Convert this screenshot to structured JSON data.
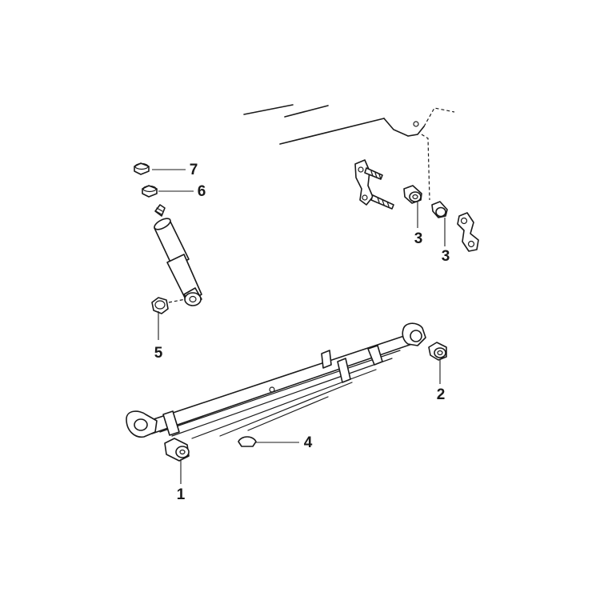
{
  "callouts": [
    {
      "id": "c1",
      "label": "1"
    },
    {
      "id": "c2",
      "label": "2"
    },
    {
      "id": "c3a",
      "label": "3"
    },
    {
      "id": "c3b",
      "label": "3"
    },
    {
      "id": "c4",
      "label": "4"
    },
    {
      "id": "c5",
      "label": "5"
    },
    {
      "id": "c6",
      "label": "6"
    },
    {
      "id": "c7",
      "label": "7"
    }
  ]
}
